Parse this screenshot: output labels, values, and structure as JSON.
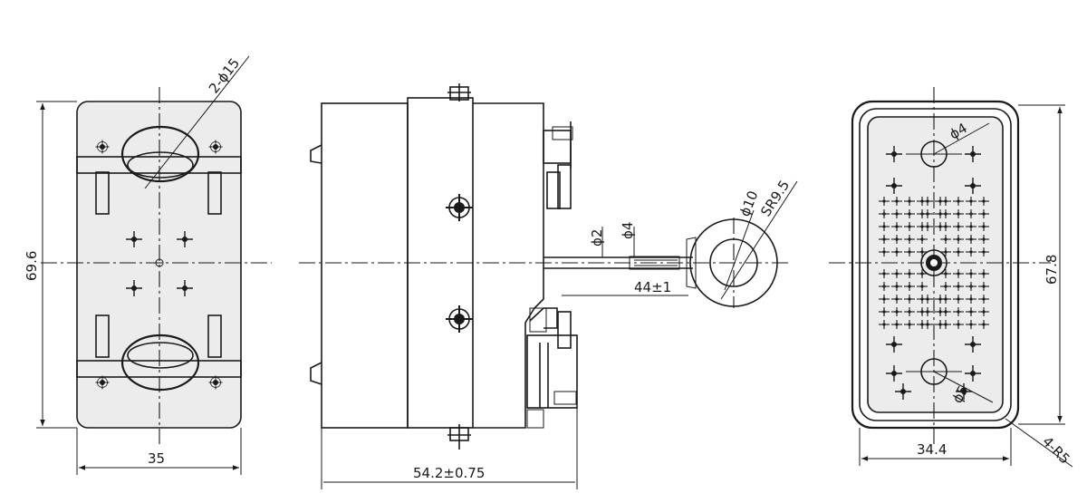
{
  "front_view": {
    "hole_note": "2-ϕ15",
    "height_dim": "69.6",
    "width_dim": "35"
  },
  "side_view": {
    "length_dim": "54.2±0.75",
    "cable_dia_small": "ϕ2",
    "cable_dia_large": "ϕ4",
    "cable_length": "44±1",
    "sphere_dia": "ϕ10",
    "sphere_radius": "SR9.5"
  },
  "rear_view": {
    "hole_dia_top": "ϕ4",
    "hole_dia_bottom": "ϕ5",
    "height_dim": "67.8",
    "width_dim": "34.4",
    "corner_radius": "4-R5"
  },
  "colors": {
    "line": "#1a1a1a",
    "face": "#ececec"
  }
}
